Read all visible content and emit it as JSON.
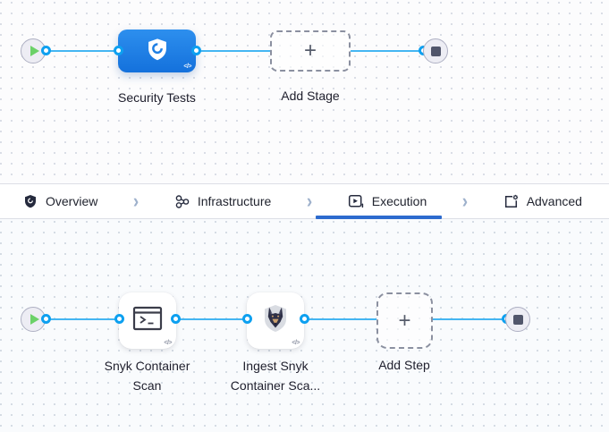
{
  "pipeline": {
    "stage_lane": {
      "stage": {
        "label": "Security Tests",
        "icon": "shield-scan",
        "code_badge": "</>"
      },
      "add_stage": {
        "label": "Add Stage",
        "plus": "+"
      }
    },
    "tab_bar": {
      "separator": "›",
      "tabs": [
        {
          "label": "Overview",
          "icon": "shield-icon",
          "active": false
        },
        {
          "label": "Infrastructure",
          "icon": "infrastructure-nodes-icon",
          "active": false
        },
        {
          "label": "Execution",
          "icon": "play-square-icon",
          "active": true
        },
        {
          "label": "Advanced",
          "icon": "gear-document-icon",
          "active": false
        }
      ]
    },
    "step_lane": {
      "steps": [
        {
          "label_line1": "Snyk Container",
          "label_line2": "Scan",
          "icon": "terminal",
          "code_badge": "</>"
        },
        {
          "label_line1": "Ingest Snyk",
          "label_line2": "Container Sca...",
          "icon": "snyk-dog",
          "code_badge": "</>"
        }
      ],
      "add_step": {
        "label": "Add Step",
        "plus": "+"
      }
    },
    "colors": {
      "stage_blue": "#1f7fe4",
      "connector_line": "#45b6f2",
      "connector_dot_ring": "#0da0f0",
      "active_tab_underline": "#2d6bce",
      "play_green": "#6bd168",
      "stop_slate": "#51566b",
      "canvas_dot": "#d7dbe4"
    }
  }
}
